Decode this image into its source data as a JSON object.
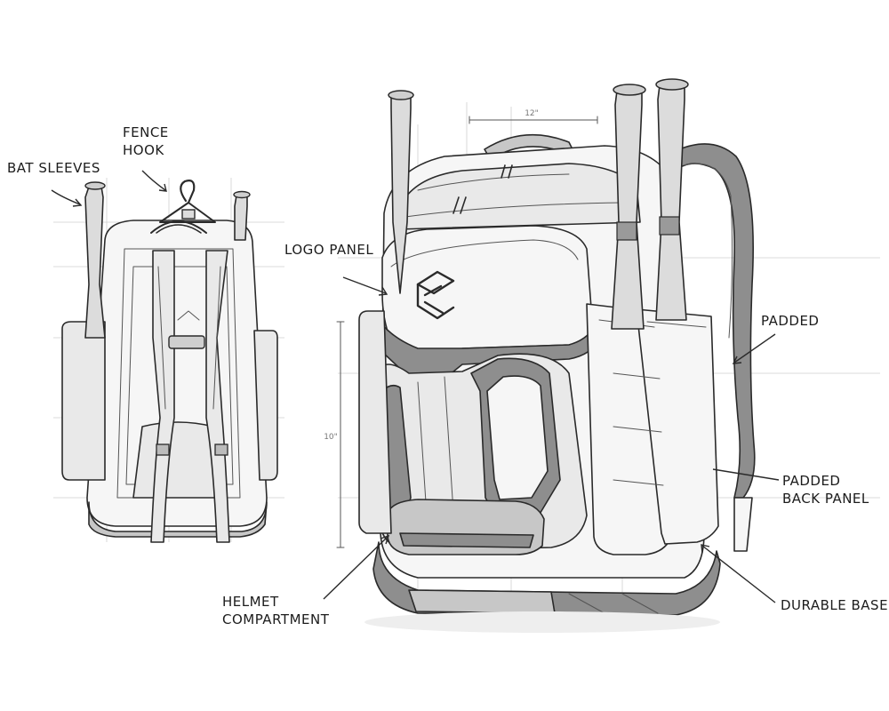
{
  "labels": {
    "bat_sleeves": "BAT SLEEVES",
    "fence_hook_line1": "FENCE",
    "fence_hook_line2": "HOOK",
    "logo_panel": "LOGO PANEL",
    "padded": "PADDED",
    "padded_back_panel_line1": "PADDED",
    "padded_back_panel_line2": "BACK PANEL",
    "helmet_compartment_line1": "HELMET",
    "helmet_compartment_line2": "COMPARTMENT",
    "durable_base": "DURABLE BASE"
  },
  "dimensions": {
    "width": "12\"",
    "height": "10\""
  },
  "colors": {
    "ink": "#2a2a2a",
    "paper": "#ffffff",
    "shade_dark": "#8e8e8e",
    "shade_light": "#e9e9e9"
  }
}
